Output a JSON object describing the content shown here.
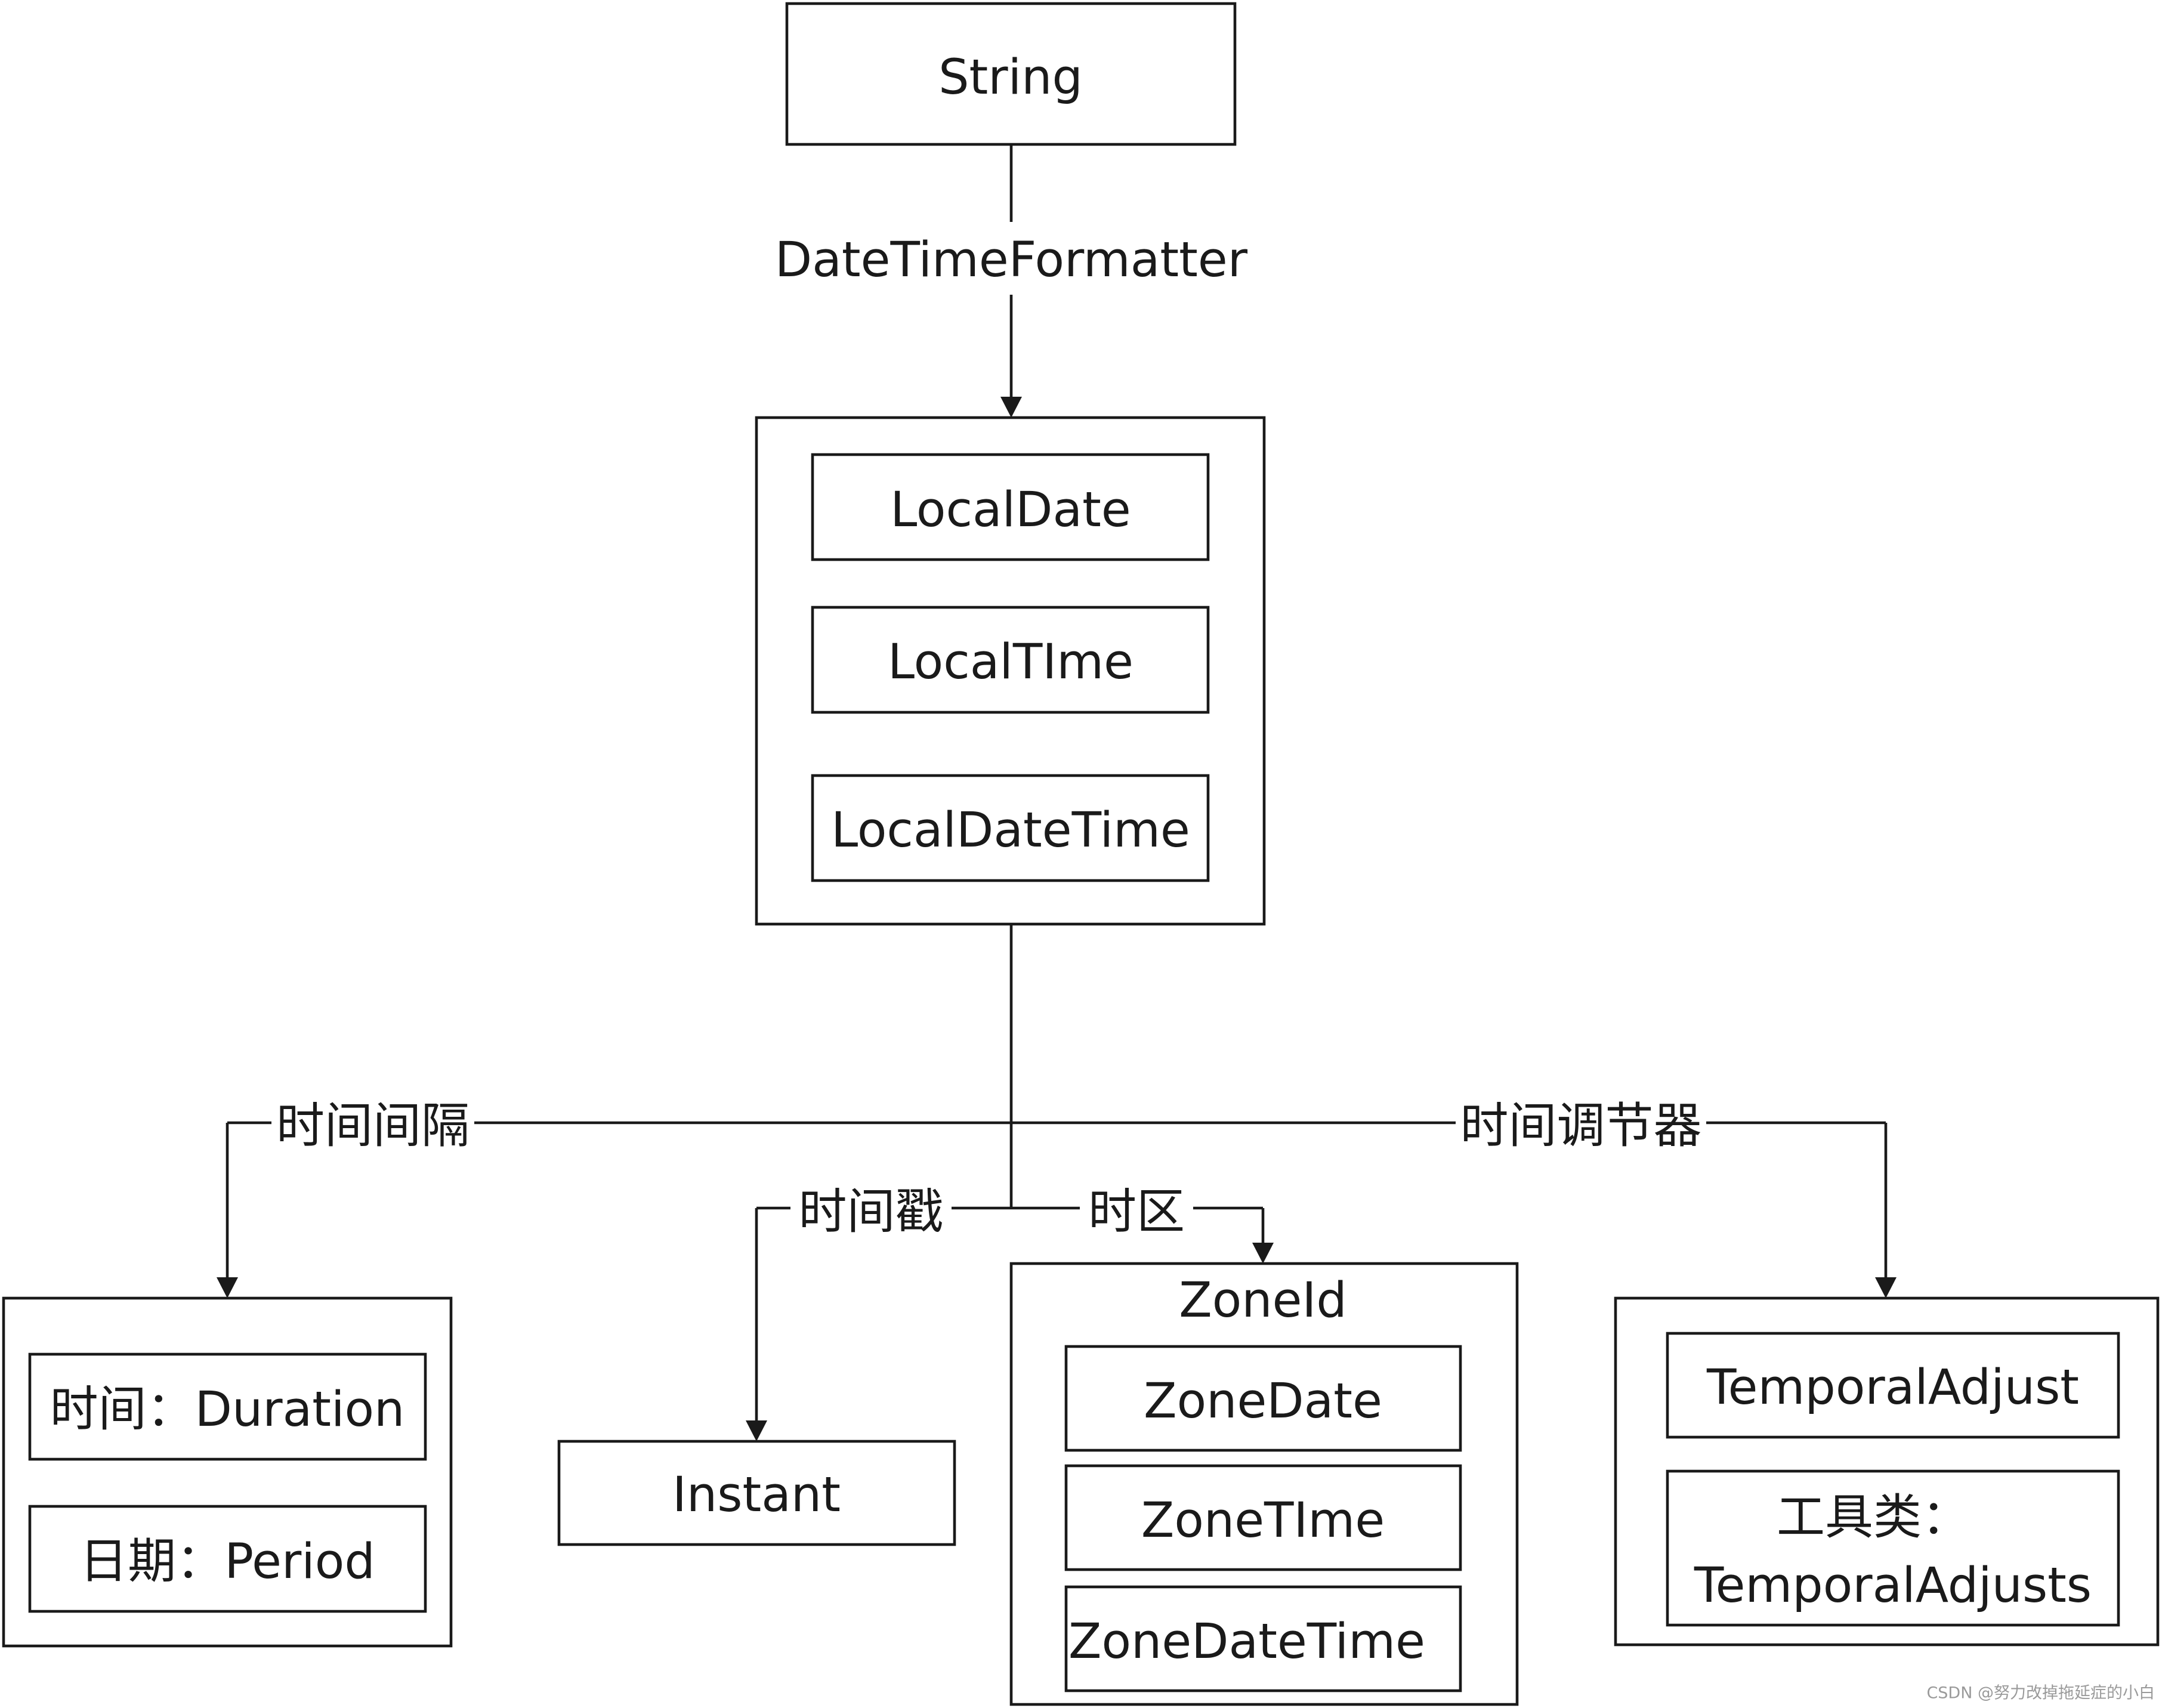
{
  "string_box": {
    "label": "String"
  },
  "formatter_edge": {
    "label": "DateTimeFormatter"
  },
  "local_group": {
    "items": [
      "LocalDate",
      "LocalTIme",
      "LocalDateTime"
    ]
  },
  "edges": {
    "interval": "时间间隔",
    "timestamp": "时间戳",
    "zone": "时区",
    "adjuster": "时间调节器"
  },
  "interval_group": {
    "items": [
      "时间：Duration",
      "日期：Period"
    ]
  },
  "instant_box": {
    "label": "Instant"
  },
  "zone_group": {
    "title": "ZoneId",
    "items": [
      "ZoneDate",
      "ZoneTIme",
      "ZoneDateTime"
    ]
  },
  "adjust_group": {
    "item1": "TemporalAdjust",
    "item2_line1": "工具类：",
    "item2_line2": "TemporalAdjusts"
  },
  "watermark": "CSDN @努力改掉拖延症的小白"
}
